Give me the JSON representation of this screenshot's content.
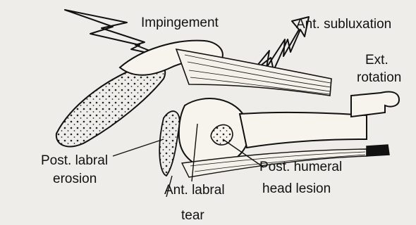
{
  "labels": {
    "impingement": "Impingement",
    "ant_subluxation": "Ant. subluxation",
    "ext_rotation_line1": "Ext.",
    "ext_rotation_line2": "rotation",
    "post_labral_erosion_line1": "Post. labral",
    "post_labral_erosion_line2": "erosion",
    "ant_labral_tear_line1": "Ant. labral",
    "ant_labral_tear_line2": "tear",
    "post_humeral_head_lesion_line1": "Post. humeral",
    "post_humeral_head_lesion_line2": "head lesion"
  },
  "colors": {
    "ink": "#111111",
    "paper": "#eeede9",
    "bone": "#f7f4ee"
  }
}
